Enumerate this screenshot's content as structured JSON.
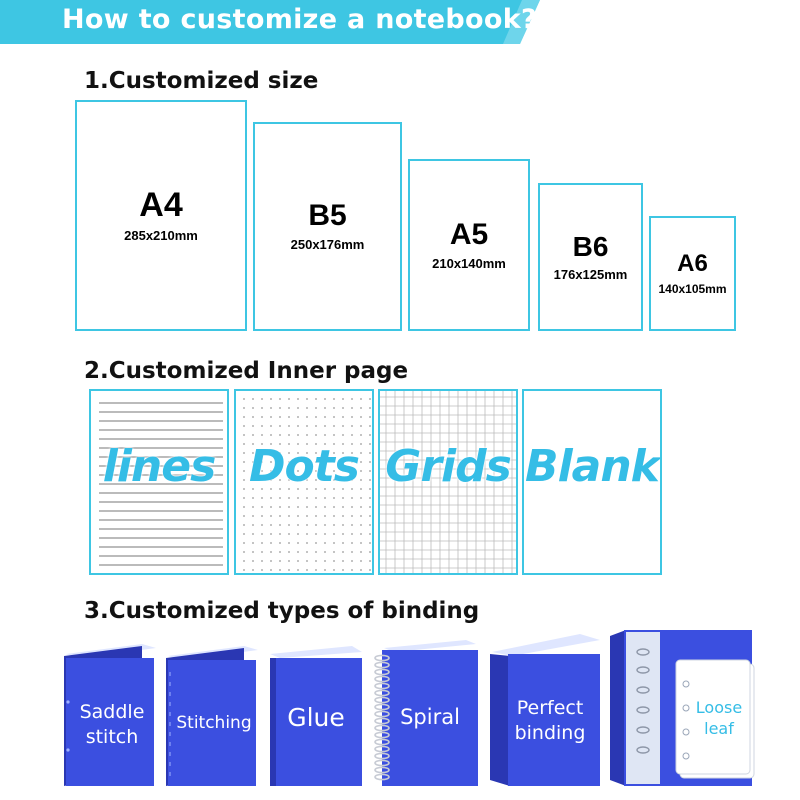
{
  "banner": {
    "title": "How to customize a notebook?",
    "color": "#3ec6e3"
  },
  "sections": {
    "size": {
      "title": "1.Customized size"
    },
    "inner": {
      "title": "2.Customized Inner page"
    },
    "binding": {
      "title": "3.Customized  types of binding"
    }
  },
  "sizes": [
    {
      "name": "A4",
      "dims": "285x210mm"
    },
    {
      "name": "B5",
      "dims": "250x176mm"
    },
    {
      "name": "A5",
      "dims": "210x140mm"
    },
    {
      "name": "B6",
      "dims": "176x125mm"
    },
    {
      "name": "A6",
      "dims": "140x105mm"
    }
  ],
  "inner_pages": [
    {
      "label": "lines",
      "pattern": "lines"
    },
    {
      "label": "Dots",
      "pattern": "dots"
    },
    {
      "label": "Grids",
      "pattern": "grid"
    },
    {
      "label": "Blank",
      "pattern": "blank"
    }
  ],
  "bindings": [
    {
      "line1": "Saddle",
      "line2": "stitch"
    },
    {
      "line1": "Stitching"
    },
    {
      "line1": "Glue"
    },
    {
      "line1": "Spiral"
    },
    {
      "line1": "Perfect",
      "line2": "binding"
    },
    {
      "line1": "Loose",
      "line2": "leaf"
    }
  ],
  "colors": {
    "accent": "#3ec6e3",
    "book": "#3b4fe0",
    "book_dark": "#2a37b3",
    "ink": "#35bde6"
  }
}
